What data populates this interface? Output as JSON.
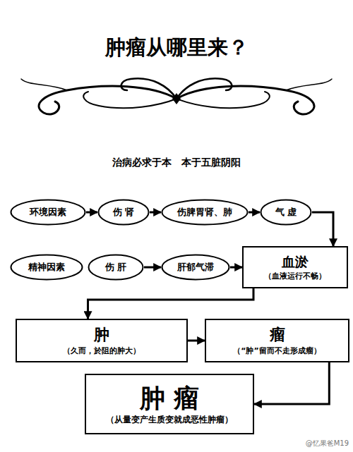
{
  "diagram": {
    "title": "肿瘤从哪里来？",
    "nodes": [
      {
        "text": [
          "环境因素"
        ]
      },
      {
        "text": [
          "伤 肾"
        ]
      },
      {
        "text": [
          "伤脾胃肾、肺"
        ]
      },
      {
        "text": [
          "气 虚"
        ]
      },
      {
        "text": [
          "精神因素"
        ]
      },
      {
        "text": [
          "伤 肝"
        ]
      },
      {
        "text": [
          "肝郁气滞"
        ]
      },
      {
        "text": [
          "血淤",
          "（血液运行不畅）"
        ]
      },
      {
        "text": [
          "肿",
          "（久而，於阻的肿大）"
        ]
      },
      {
        "text": [
          "瘤",
          "（“肿”留而不走形成瘤）"
        ]
      },
      {
        "text": [
          "肿 瘤",
          "（从量变产生质变就成恶性肿瘤）"
        ]
      }
    ],
    "edges": [
      {
        "from": 0,
        "to": 1,
        "arrow": "to"
      },
      {
        "from": 1,
        "to": 2,
        "arrow": "to"
      },
      {
        "from": 2,
        "to": 3,
        "arrow": "to"
      },
      {
        "from": 3,
        "to": 7,
        "arrow": "to"
      },
      {
        "from": 5,
        "to": 6,
        "arrow": "to"
      },
      {
        "from": 6,
        "to": 7,
        "arrow": "to"
      },
      {
        "from": 7,
        "to": 8,
        "arrow": "to"
      },
      {
        "from": 8,
        "to": 9,
        "arrow": "to"
      },
      {
        "from": 9,
        "to": 10,
        "arrow": "to"
      }
    ],
    "labels": [
      "治病必求于本　本于五脏阴阳",
      "@忆果爸M19"
    ]
  }
}
